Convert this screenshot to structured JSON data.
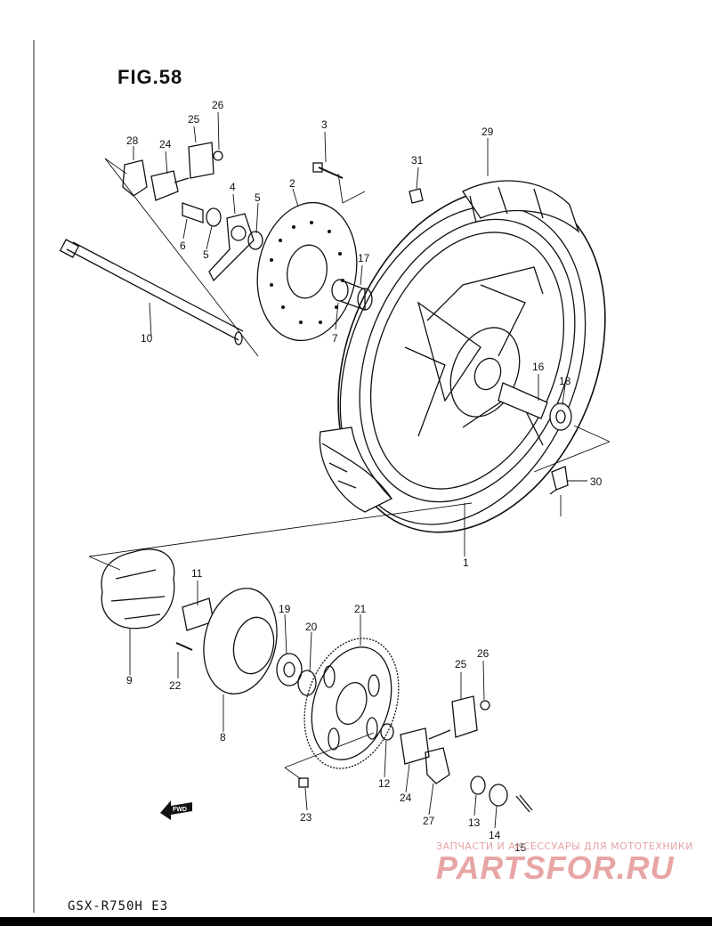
{
  "figure": {
    "title": "FIG.58",
    "model": "GSX-R750H E3"
  },
  "fwd_label": "FWD",
  "watermark": {
    "subtitle": "ЗАПЧАСТИ И АКСЕССУАРЫ ДЛЯ МОТОТЕХНИКИ",
    "brand": "PARTSFOR.RU"
  },
  "callouts": [
    "1",
    "2",
    "3",
    "4",
    "5",
    "5",
    "6",
    "7",
    "8",
    "9",
    "10",
    "11",
    "12",
    "13",
    "14",
    "15",
    "16",
    "17",
    "18",
    "19",
    "20",
    "21",
    "22",
    "23",
    "24",
    "24",
    "25",
    "25",
    "26",
    "26",
    "27",
    "28",
    "29",
    "30",
    "31"
  ]
}
